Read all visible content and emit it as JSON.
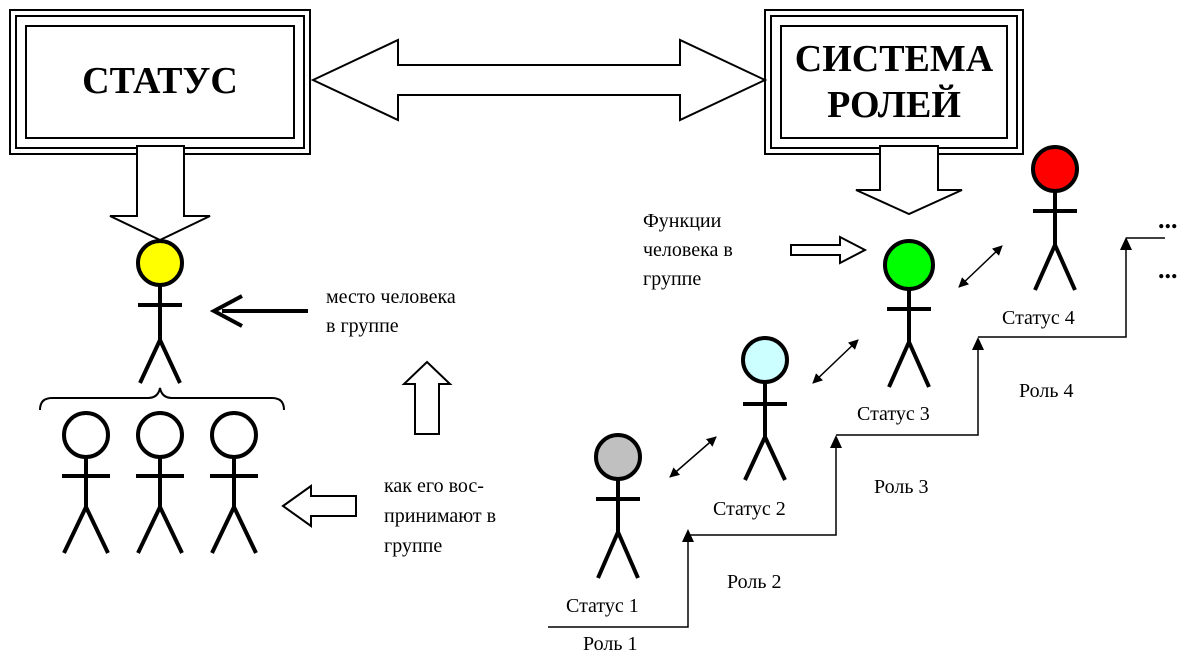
{
  "boxes": {
    "status": "СТАТУС",
    "roles_line1": "СИСТЕМА",
    "roles_line2": "РОЛЕЙ"
  },
  "annotations": {
    "place_line1": "место человека",
    "place_line2": "в группе",
    "perceive_line1": "как его вос-",
    "perceive_line2": "принимают в",
    "perceive_line3": "группе",
    "functions_line1": "Функции",
    "functions_line2": "человека в",
    "functions_line3": "группе"
  },
  "statuses": [
    "Статус 1",
    "Статус 2",
    "Статус 3",
    "Статус 4"
  ],
  "roles": [
    "Роль 1",
    "Роль 2",
    "Роль 3",
    "Роль 4"
  ],
  "ellipsis": [
    "...",
    "..."
  ],
  "colors": {
    "yellow": "#ffff00",
    "gray": "#c0c0c0",
    "light_cyan": "#ccffff",
    "green": "#00ff00",
    "red": "#ff0000",
    "line": "#000000"
  }
}
